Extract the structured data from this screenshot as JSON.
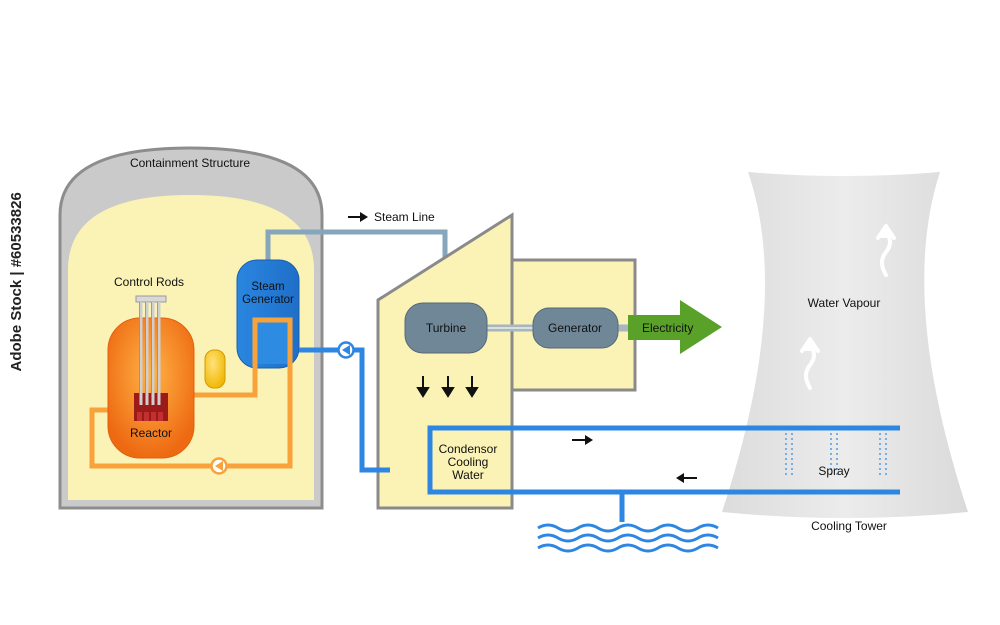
{
  "labels": {
    "containment": "Containment Structure",
    "control_rods": "Control Rods",
    "steam_generator_1": "Steam",
    "steam_generator_2": "Generator",
    "reactor": "Reactor",
    "steam_line": "Steam Line",
    "turbine": "Turbine",
    "generator": "Generator",
    "electricity": "Electricity",
    "condensor_1": "Condensor",
    "condensor_2": "Cooling",
    "condensor_3": "Water",
    "water_vapour": "Water Vapour",
    "spray": "Spray",
    "cooling_tower": "Cooling Tower"
  },
  "stock_id": "Adobe Stock | #60533826",
  "colors": {
    "containment_fill": "#c9c9c9",
    "containment_stroke": "#8a8a8a",
    "inner_yellow": "#fbf3b6",
    "reactor": "#f07a1a",
    "core": "#9c1a1a",
    "steam_gen": "#2f8ee6",
    "pipe_orange": "#f7a23a",
    "pipe_steam": "#8aa8bc",
    "pipe_blue": "#2e86e3",
    "turbine": "#6f8797",
    "electricity": "#5aa12a",
    "tower": "#e6e6e6"
  }
}
